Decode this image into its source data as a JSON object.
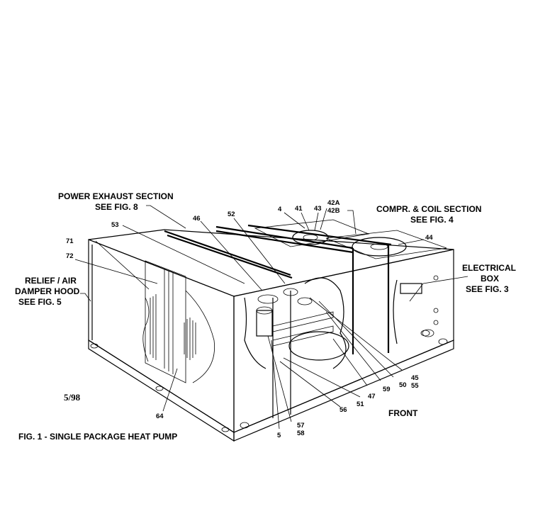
{
  "labels": {
    "power_exhaust_1": "POWER EXHAUST SECTION",
    "power_exhaust_2": "SEE FIG. 8",
    "compr_1": "COMPR. & COIL SECTION",
    "compr_2": "SEE FIG. 4",
    "electrical_1": "ELECTRICAL",
    "electrical_2": "BOX",
    "electrical_3": "SEE FIG. 3",
    "relief_1": "RELIEF / AIR",
    "relief_2": "DAMPER HOOD",
    "relief_3": "SEE FIG. 5",
    "date": "5/98",
    "front": "FRONT",
    "caption": "FIG. 1 - SINGLE PACKAGE HEAT PUMP"
  },
  "callouts": {
    "c4": "4",
    "c41": "41",
    "c43": "43",
    "c42a": "42A",
    "c42b": "42B",
    "c44": "44",
    "c46": "46",
    "c52": "52",
    "c53": "53",
    "c71": "71",
    "c72": "72",
    "c64": "64",
    "c45": "45",
    "c55": "55",
    "c50": "50",
    "c59": "59",
    "c47": "47",
    "c51": "51",
    "c56": "56",
    "c57": "57",
    "c58": "58",
    "c5": "5"
  }
}
